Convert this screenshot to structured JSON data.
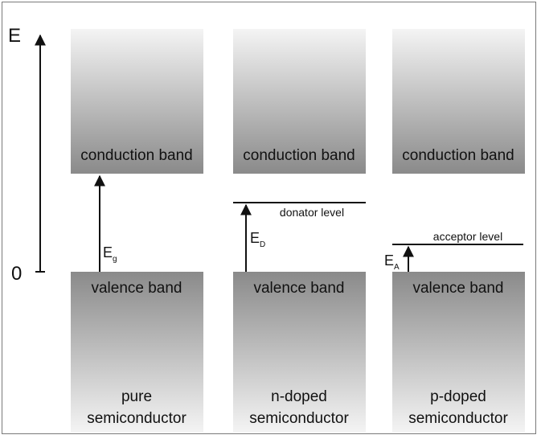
{
  "axis": {
    "label": "E",
    "zero_label": "0"
  },
  "columns": [
    {
      "conduction_label": "conduction band",
      "valence_label": "valence band",
      "type_line1": "pure",
      "type_line2": "semiconductor",
      "gap_symbol": "E",
      "gap_subscript": "g",
      "level_label": ""
    },
    {
      "conduction_label": "conduction band",
      "valence_label": "valence band",
      "type_line1": "n-doped",
      "type_line2": "semiconductor",
      "gap_symbol": "E",
      "gap_subscript": "D",
      "level_label": "donator level"
    },
    {
      "conduction_label": "conduction band",
      "valence_label": "valence band",
      "type_line1": "p-doped",
      "type_line2": "semiconductor",
      "gap_symbol": "E",
      "gap_subscript": "A",
      "level_label": "acceptor level"
    }
  ],
  "colors": {
    "band_light": "#f4f4f4",
    "band_dark": "#8a8a8a",
    "line": "#111111"
  }
}
